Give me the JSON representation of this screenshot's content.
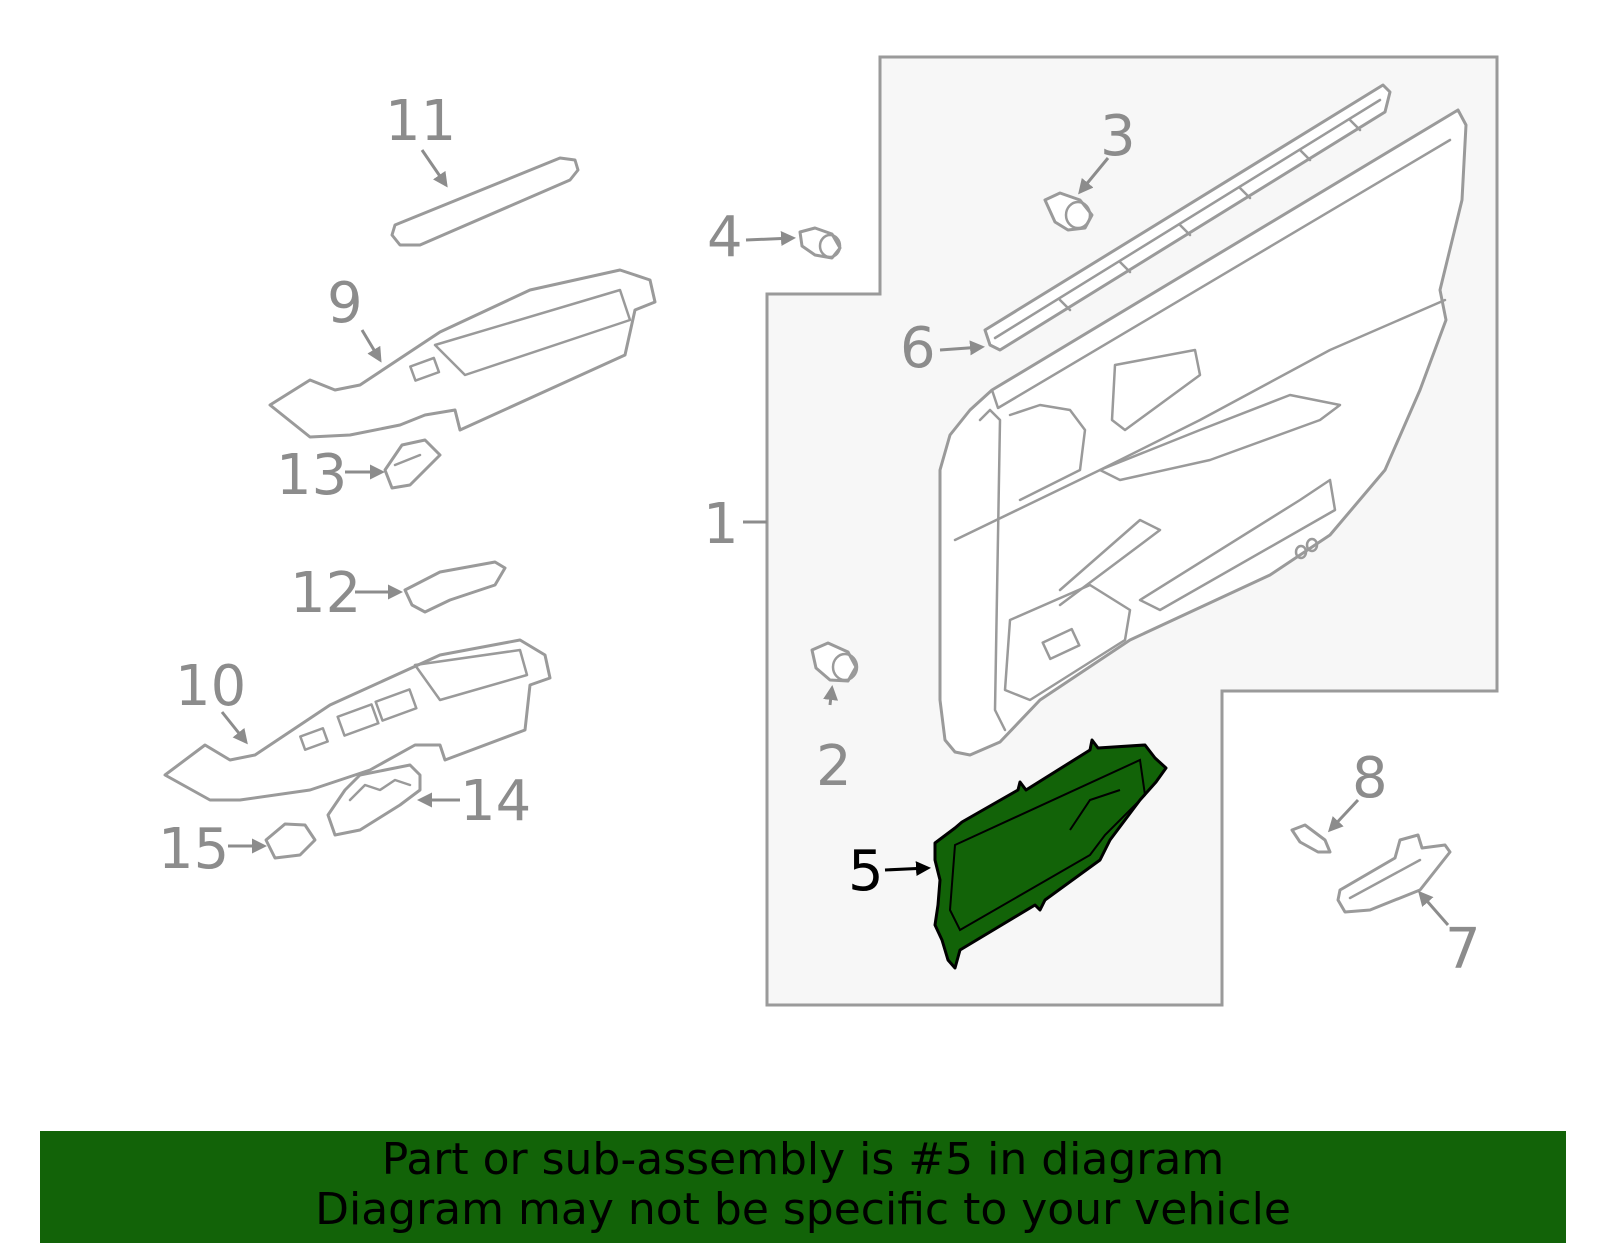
{
  "diagram": {
    "callouts": [
      "1",
      "2",
      "3",
      "4",
      "5",
      "6",
      "7",
      "8",
      "9",
      "10",
      "11",
      "12",
      "13",
      "14",
      "15"
    ],
    "highlighted_part": "5",
    "highlight_color": "#126308",
    "line_color": "#9a9a9a",
    "panel_fill": "#f7f7f7"
  },
  "banner": {
    "line1": "Part or sub-assembly is #5 in diagram",
    "line2": "Diagram may not be specific to your vehicle",
    "background": "#126308"
  }
}
